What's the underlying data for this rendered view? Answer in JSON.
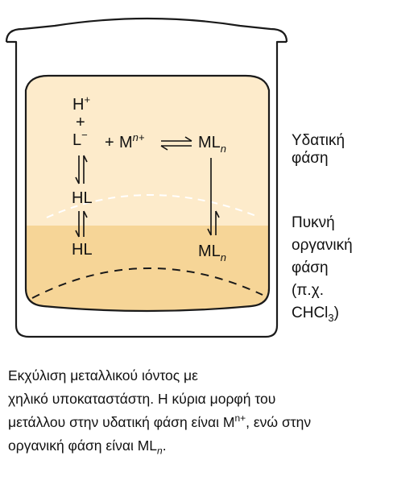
{
  "colors": {
    "aqueous": "#FDEBCB",
    "organic": "#F6D597",
    "beaker_outline": "#1a1a1a",
    "text": "#111111"
  },
  "aqueous_species": {
    "h_plus": "H",
    "h_plus_charge": "+",
    "plus_sign": "+",
    "ligand": "L",
    "ligand_charge": "−",
    "plus_metal": "+",
    "metal": "M",
    "metal_charge": "n+",
    "complex": "ML",
    "complex_sub": "n",
    "hl": "HL"
  },
  "organic_species": {
    "hl": "HL",
    "complex": "ML",
    "complex_sub": "n"
  },
  "phase_labels": {
    "aqueous_line1": "Υδατική",
    "aqueous_line2": "φάση",
    "organic_line1": "Πυκνή",
    "organic_line2": "οργανική",
    "organic_line3": "φάση",
    "organic_line4": "(π.χ.",
    "organic_line5_main": "CHCl",
    "organic_line5_sub": "3",
    "organic_line5_end": ")"
  },
  "caption": {
    "line1": "Εκχύλιση μεταλλικού ιόντος με",
    "line2": "χηλικό υποκαταστάστη. Η κύρια μορφή του",
    "line3_a": "μετάλλου στην υδατική φάση είναι M",
    "line3_sup": "n+",
    "line3_b": ", ενώ στην",
    "line4_a": "οργανική φάση είναι ML",
    "line4_sub": "n",
    "line4_b": "."
  }
}
